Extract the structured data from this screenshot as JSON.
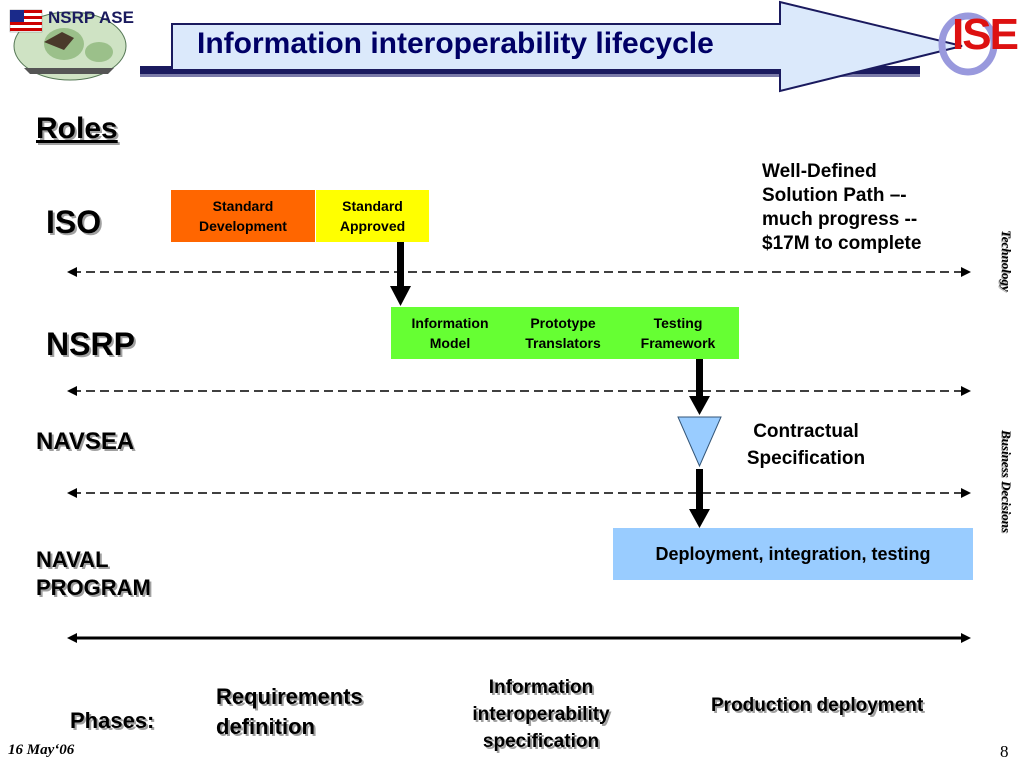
{
  "header": {
    "title": "Information interoperability lifecycle",
    "logo_left_text": "NSRP ASE",
    "logo_right_text": "ISE"
  },
  "roles_heading": "Roles",
  "roles": {
    "iso": "ISO",
    "nsrp": "NSRP",
    "navsea": "NAVSEA",
    "naval_program_line1": "NAVAL",
    "naval_program_line2": "PROGRAM"
  },
  "boxes": {
    "standard_development_line1": "Standard",
    "standard_development_line2": "Development",
    "standard_approved_line1": "Standard",
    "standard_approved_line2": "Approved",
    "information_model_line1": "Information",
    "information_model_line2": "Model",
    "prototype_translators_line1": "Prototype",
    "prototype_translators_line2": "Translators",
    "testing_framework_line1": "Testing",
    "testing_framework_line2": "Framework",
    "deployment": "Deployment, integration, testing"
  },
  "notes": {
    "well_defined_line1": "Well-Defined",
    "well_defined_line2": "Solution Path –-",
    "well_defined_line3": "much progress --",
    "well_defined_line4": "$17M to complete",
    "contractual_line1": "Contractual",
    "contractual_line2": "Specification"
  },
  "side_labels": {
    "technology": "Technology",
    "business_decisions": "Business Decisions"
  },
  "phases": {
    "label": "Phases:",
    "requirements_line1": "Requirements",
    "requirements_line2": "definition",
    "info_spec_line1": "Information",
    "info_spec_line2": "interoperability",
    "info_spec_line3": "specification",
    "production": "Production deployment"
  },
  "footer": {
    "date": "16 May‘06",
    "page_number": "8"
  },
  "colors": {
    "orange": "#ff6600",
    "yellow": "#ffff00",
    "green": "#66ff33",
    "light_blue": "#99ccff",
    "navy": "#1a1a5e",
    "title_bg": "#dbe9fb"
  }
}
